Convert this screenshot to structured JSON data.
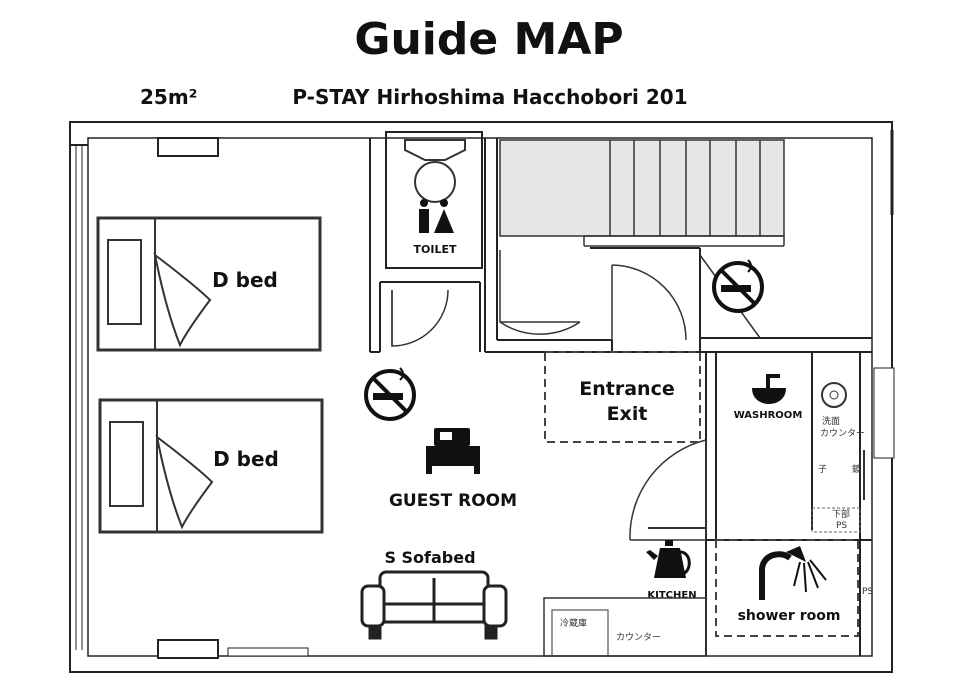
{
  "title": "Guide MAP",
  "area": "25m²",
  "property": "P-STAY Hirhoshima Hacchobori 201",
  "rooms": {
    "bed1": "D bed",
    "bed2": "D bed",
    "toilet": "TOILET",
    "entrance_line1": "Entrance",
    "entrance_line2": "Exit",
    "guest_room": "GUEST ROOM",
    "sofabed": "S Sofabed",
    "washroom": "WASHROOM",
    "kitchen": "KITCHEN",
    "shower_room": "shower room"
  },
  "small_labels": {
    "sink_counter_1": "洗面",
    "sink_counter_2": "カウンター",
    "mirror": "鏡",
    "chair": "子",
    "shoe": "下部",
    "ps": "PS",
    "ps2": "PS",
    "fridge": "冷蔵庫",
    "counter": "カウンター"
  },
  "icons": [
    "no-smoking-icon",
    "no-smoking-icon",
    "bed-icon",
    "toilet-icon",
    "sink-icon",
    "kettle-icon",
    "shower-icon",
    "sofa-icon"
  ]
}
